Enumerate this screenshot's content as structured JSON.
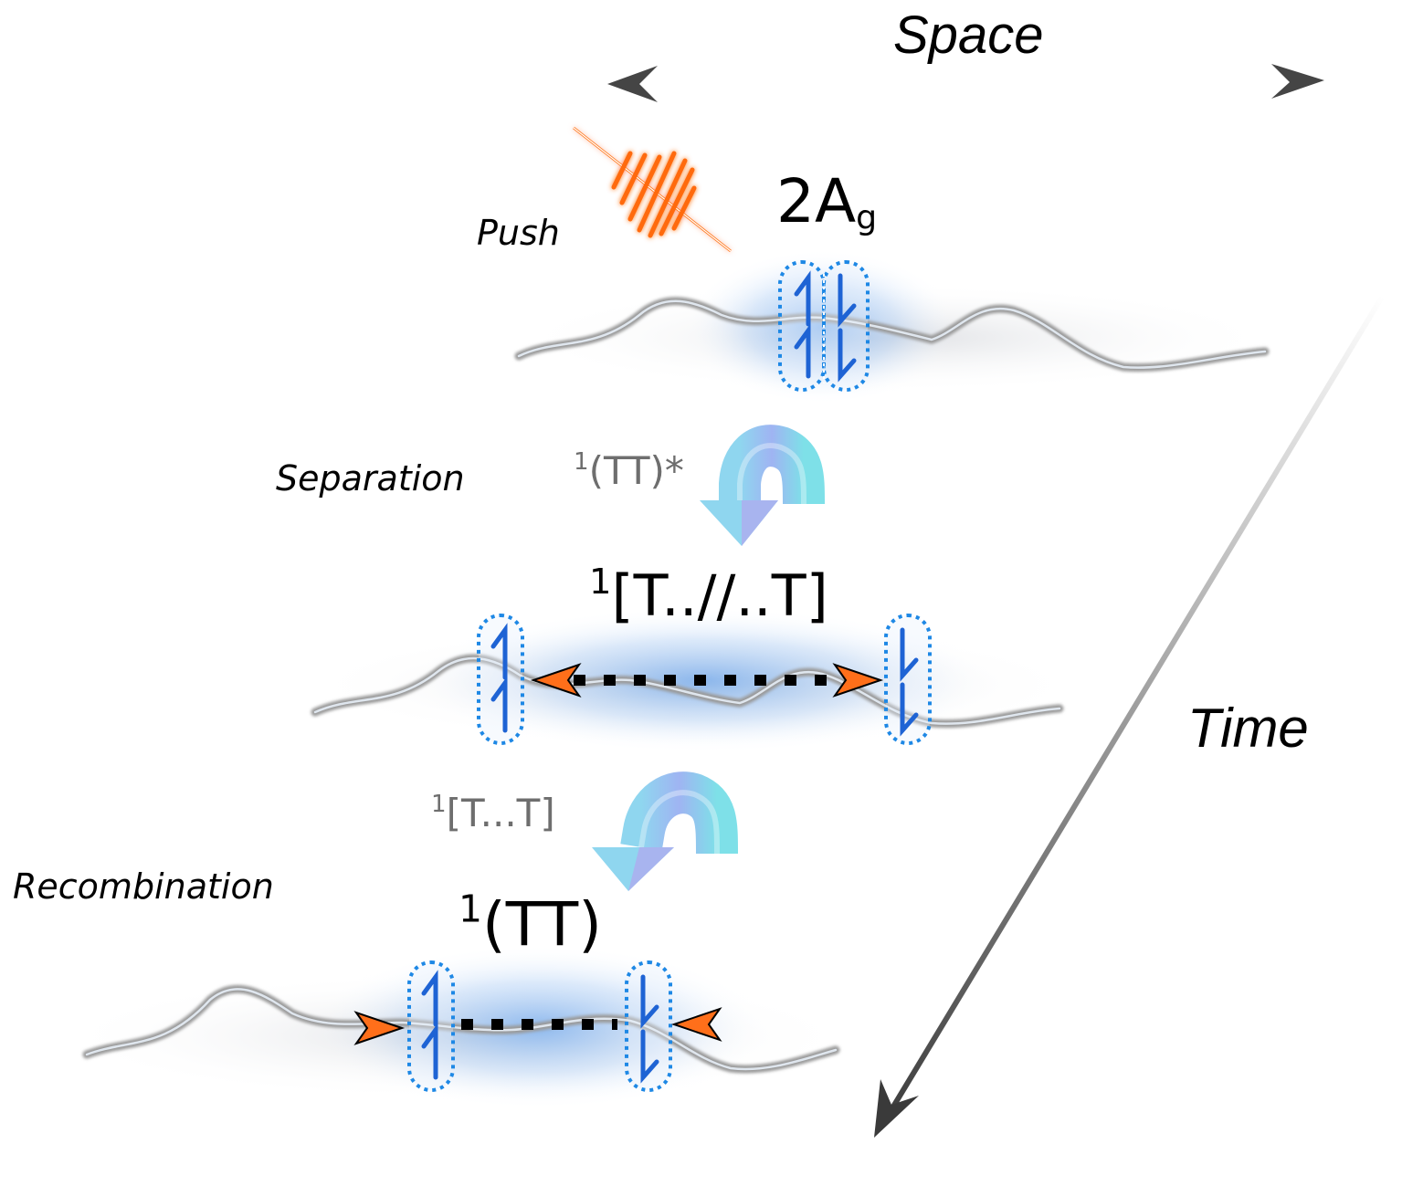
{
  "axes": {
    "space_label": "Space",
    "time_label": "Time"
  },
  "stages": {
    "push": {
      "label": "Push",
      "state_main": "2A",
      "state_sub": "g"
    },
    "separation": {
      "label": "Separation",
      "transition_sup": "1",
      "transition_text": "(TT)*",
      "state_sup": "1",
      "state_text": "[T..//..T]"
    },
    "recombination": {
      "label": "Recombination",
      "transition_sup": "1",
      "transition_text": "[T...T]",
      "state_sup": "1",
      "state_text": "(TT)"
    }
  },
  "colors": {
    "exciton_blue": "#1e88e5",
    "glow_blue": "#7fb2f0",
    "arrowhead_orange": "#ff6f1a",
    "curved_arrow": "#8ec9ef",
    "chain_grey": "#a8a8a8",
    "label_grey": "#6e6e6e"
  },
  "icons": {
    "pulse": "laser-pulse-icon",
    "curved_arrow": "curved-arrow-icon"
  }
}
